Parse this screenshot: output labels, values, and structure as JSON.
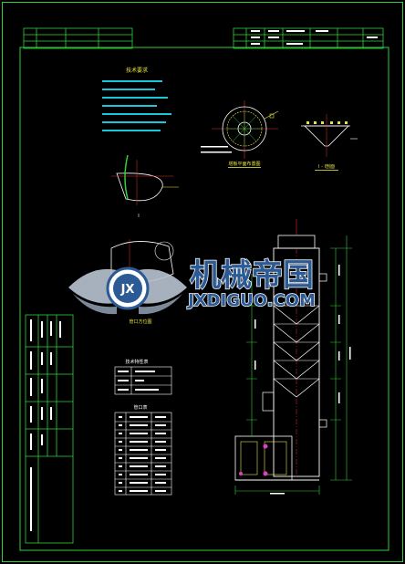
{
  "colors": {
    "background": "#000000",
    "frame": "#2fd23a",
    "white": "#ffffff",
    "yellow": "#e6e640",
    "cyan": "#19c8d8",
    "blue": "#3a64ff",
    "magenta": "#e040c8",
    "red": "#e03030",
    "watermark_text": "#2b5a94"
  },
  "logo_badge_text": "JX",
  "watermark_cn": "机械帝国",
  "watermark_en": "JXDIGUO.COM",
  "tech_requirements_title": "技术要求",
  "view_label_top": "塔板平面布置图",
  "view_label_right": "I - I剖面",
  "view_label_left": "I",
  "view_label_mid": "管口方位图",
  "table_title_1": "技术特性表",
  "table_title_2": "管口表"
}
